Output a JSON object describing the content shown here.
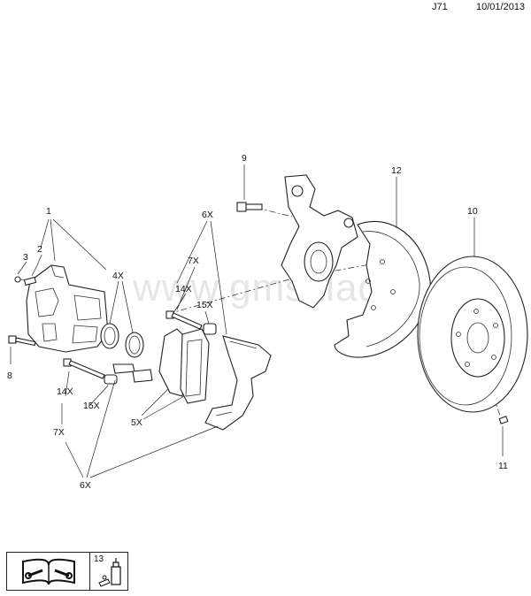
{
  "header": {
    "code": "J71",
    "date": "10/01/2013"
  },
  "watermark": "www.gmsklad.ru",
  "callouts": {
    "c1": "1",
    "c2": "2",
    "c3": "3",
    "c8": "8",
    "c9": "9",
    "c10": "10",
    "c11": "11",
    "c12": "12",
    "c4x": "4X",
    "c6x_top": "6X",
    "c6x_bottom": "6X",
    "c7x_top": "7X",
    "c7x_bottom": "7X",
    "c14x_top": "14X",
    "c14x_bottom": "14X",
    "c15x_top": "15X",
    "c15x_bottom": "15X",
    "c5x": "5X"
  },
  "legend": {
    "item_number": "13",
    "icons": [
      "manual-wrench-icon",
      "grease-bottle-icon"
    ]
  }
}
